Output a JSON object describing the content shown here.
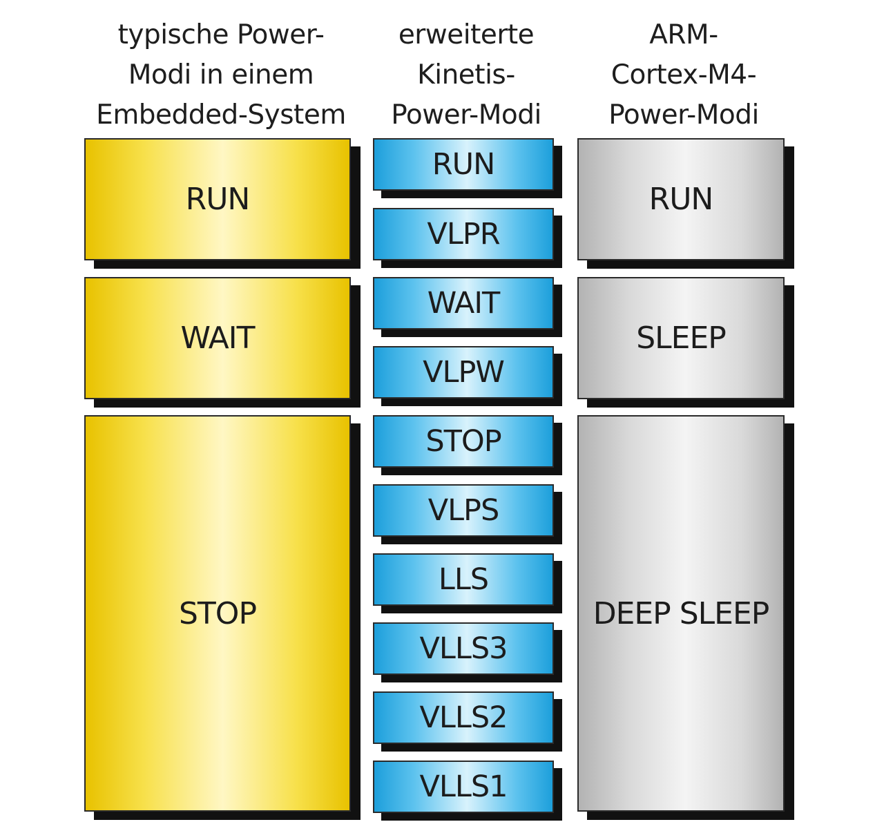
{
  "columns": {
    "typical": {
      "header": [
        "typische Power-",
        "Modi in einem",
        "Embedded-System"
      ],
      "modes": [
        "RUN",
        "WAIT",
        "STOP"
      ]
    },
    "kinetis": {
      "header": [
        "erweiterte",
        "Kinetis-",
        "Power-Modi"
      ],
      "modes": [
        "RUN",
        "VLPR",
        "WAIT",
        "VLPW",
        "STOP",
        "VLPS",
        "LLS",
        "VLLS3",
        "VLLS2",
        "VLLS1"
      ]
    },
    "arm": {
      "header": [
        "ARM-",
        "Cortex-M4-",
        "Power-Modi"
      ],
      "modes": [
        "RUN",
        "SLEEP",
        "DEEP SLEEP"
      ]
    }
  },
  "colors": {
    "typical": "#f5d80f",
    "kinetis": "#3fb3e8",
    "arm": "#d4d4d4",
    "shadow": "#111111"
  }
}
